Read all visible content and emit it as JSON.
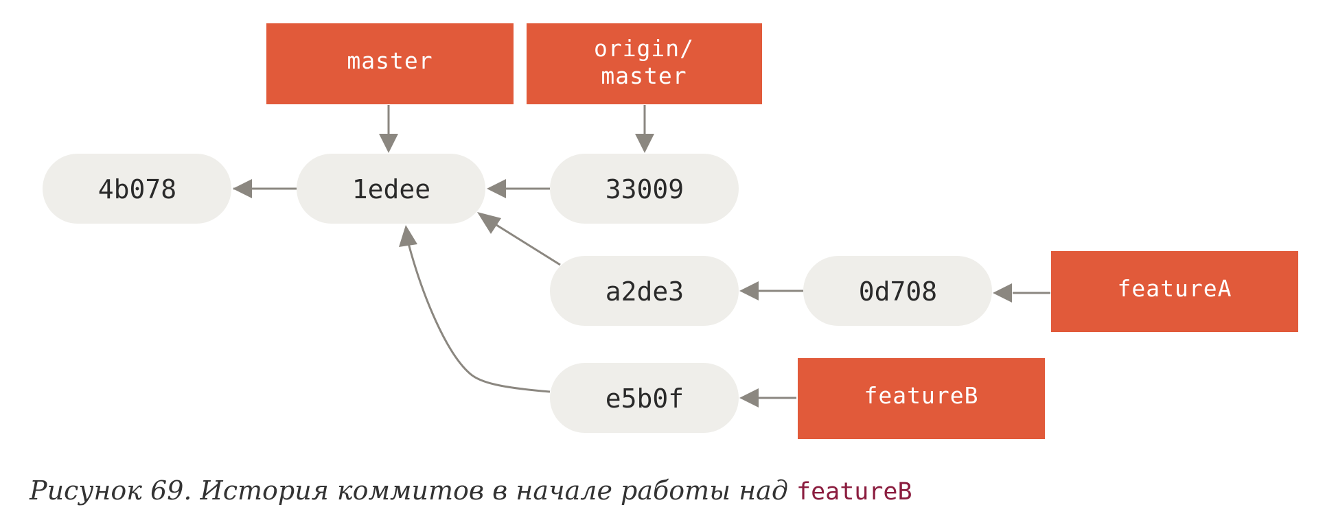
{
  "colors": {
    "commit_fill": "#efeeea",
    "branch_fill": "#e15a3a",
    "arrow": "#8b8780",
    "caption_text": "#333333",
    "code_text": "#8b1d3f"
  },
  "commits": {
    "c4b078": "4b078",
    "c1edee": "1edee",
    "c33009": "33009",
    "ca2de3": "a2de3",
    "c0d708": "0d708",
    "ce5b0f": "e5b0f"
  },
  "branches": {
    "master": "master",
    "origin_master_line1": "origin/",
    "origin_master_line2": "master",
    "featureA": "featureA",
    "featureB": "featureB"
  },
  "caption": {
    "text": "Рисунок 69. История коммитов в начале работы над ",
    "code": "featureB"
  }
}
